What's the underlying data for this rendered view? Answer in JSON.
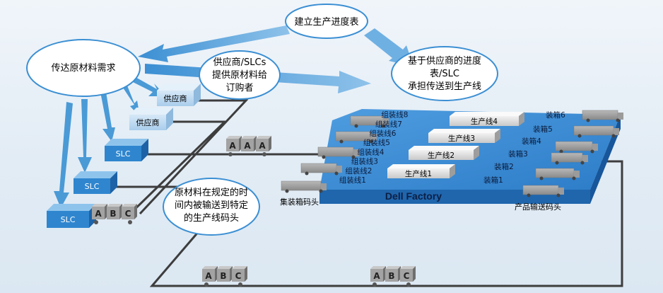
{
  "bubbles": {
    "schedule": "建立生产进度表",
    "demand": "传达原材料需求",
    "suppliers_deliver": [
      "供应商/SLCs",
      "提供原材料给",
      "订购者"
    ],
    "slc_deliver": [
      "基于供应商的进度",
      "表/SLC",
      "承担传送到生产线"
    ],
    "on_time": [
      "原材料在规定的时",
      "间内被输送到特定",
      "的生产线码头"
    ]
  },
  "sources": {
    "supplier_1": "供应商",
    "supplier_2": "供应商",
    "slc_1": "SLC",
    "slc_2": "SLC",
    "slc_3": "SLC"
  },
  "crate_letters": [
    "A",
    "B",
    "C"
  ],
  "crate_top_letters": [
    "A",
    "A",
    "A"
  ],
  "factory": {
    "title": "Dell Factory",
    "production_lines": [
      "生产线1",
      "生产线2",
      "生产线3",
      "生产线4"
    ],
    "assembly_lines": [
      "组装线1",
      "组装线2",
      "组装线3",
      "组装线4",
      "组装线5",
      "组装线6",
      "组装线7",
      "组装线8"
    ],
    "packing": [
      "装箱1",
      "装箱2",
      "装箱3",
      "装箱4",
      "装箱5",
      "装箱6"
    ],
    "inbound_dock": "集装箱码头",
    "outbound_dock": "产品输送码头"
  },
  "colors": {
    "arrow_blue": "#4a9ad6",
    "box_blue": "#2f86cf",
    "factory_blue": "#3d8fd6",
    "line_dark": "#3d3d3d",
    "crate_gray": "#9a9a9a"
  }
}
